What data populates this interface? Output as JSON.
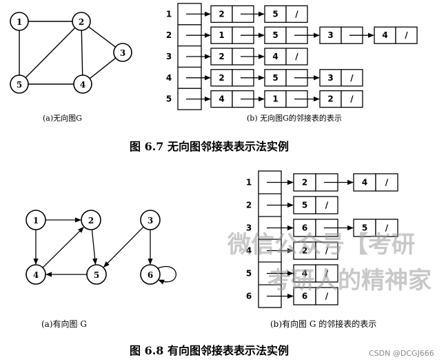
{
  "fig67": {
    "graph_caption": "(a)无向图G",
    "list_caption": "(b) 无向图G的邻接表的表示",
    "title": "图 6.7   无向图邻接表表示法实例",
    "vertices": [
      "1",
      "2",
      "3",
      "4",
      "5"
    ],
    "edges": [
      [
        "1",
        "2"
      ],
      [
        "1",
        "5"
      ],
      [
        "2",
        "5"
      ],
      [
        "2",
        "4"
      ],
      [
        "2",
        "3"
      ],
      [
        "3",
        "4"
      ],
      [
        "4",
        "5"
      ]
    ],
    "lists": [
      {
        "vertex": "1",
        "nodes": [
          {
            "v": "2",
            "end": false
          },
          {
            "v": "5",
            "end": true
          }
        ]
      },
      {
        "vertex": "2",
        "nodes": [
          {
            "v": "1",
            "end": false
          },
          {
            "v": "5",
            "end": false
          },
          {
            "v": "3",
            "end": false
          },
          {
            "v": "4",
            "end": true
          }
        ]
      },
      {
        "vertex": "3",
        "nodes": [
          {
            "v": "2",
            "end": false
          },
          {
            "v": "4",
            "end": true
          }
        ]
      },
      {
        "vertex": "4",
        "nodes": [
          {
            "v": "2",
            "end": false
          },
          {
            "v": "5",
            "end": false
          },
          {
            "v": "3",
            "end": true
          }
        ]
      },
      {
        "vertex": "5",
        "nodes": [
          {
            "v": "4",
            "end": false
          },
          {
            "v": "1",
            "end": false
          },
          {
            "v": "2",
            "end": true
          }
        ]
      }
    ]
  },
  "fig68": {
    "graph_caption": "(a)有向图 G",
    "list_caption": "(b)有向图 G 的邻接表的表示",
    "title": "图 6.8   有向图邻接表表示法实例",
    "vertices": [
      "1",
      "2",
      "3",
      "4",
      "5",
      "6"
    ],
    "arcs": [
      [
        "1",
        "2"
      ],
      [
        "1",
        "4"
      ],
      [
        "4",
        "2"
      ],
      [
        "2",
        "5"
      ],
      [
        "5",
        "4"
      ],
      [
        "3",
        "5"
      ],
      [
        "3",
        "6"
      ],
      [
        "6",
        "6"
      ]
    ],
    "lists": [
      {
        "vertex": "1",
        "nodes": [
          {
            "v": "2",
            "end": false
          },
          {
            "v": "4",
            "end": true
          }
        ]
      },
      {
        "vertex": "2",
        "nodes": [
          {
            "v": "5",
            "end": true
          }
        ]
      },
      {
        "vertex": "3",
        "nodes": [
          {
            "v": "6",
            "end": false
          },
          {
            "v": "5",
            "end": true
          }
        ]
      },
      {
        "vertex": "4",
        "nodes": [
          {
            "v": "2",
            "end": true
          }
        ]
      },
      {
        "vertex": "5",
        "nodes": [
          {
            "v": "4",
            "end": true
          }
        ]
      },
      {
        "vertex": "6",
        "nodes": [
          {
            "v": "6",
            "end": true
          }
        ]
      }
    ]
  },
  "null_mark": "/",
  "watermark": {
    "line1": "微信公众号【考研",
    "line2": "考研人的精神家"
  },
  "credit": "CSDN @DCGJ666"
}
